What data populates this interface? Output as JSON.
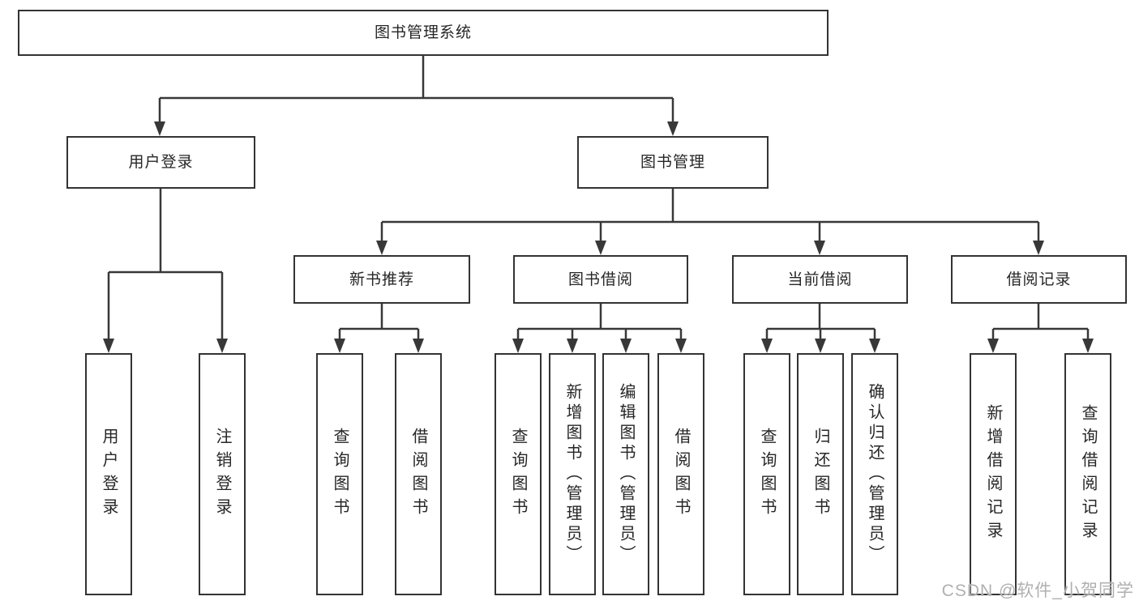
{
  "nodes": {
    "root": "图书管理系统",
    "user_login": "用户登录",
    "book_mgmt": "图书管理",
    "new_book_rec": "新书推荐",
    "book_borrow": "图书借阅",
    "current_borrow": "当前借阅",
    "borrow_record": "借阅记录"
  },
  "leaves": {
    "a1": "用户登录",
    "a2": "注销登录",
    "b1": "查询图书",
    "b2": "借阅图书",
    "c1": "查询图书",
    "c2": "新增图书（管理员）",
    "c3": "编辑图书（管理员）",
    "c4": "借阅图书",
    "d1": "查询图书",
    "d2": "归还图书",
    "d3": "确认归还（管理员）",
    "e1": "新增借阅记录",
    "e2": "查询借阅记录"
  },
  "watermark": "CSDN @软件_小贺同学",
  "colors": {
    "line": "#383838",
    "box_border": "#333333",
    "box_fill": "#ffffff",
    "text": "#262626",
    "watermark": "#b0b0b0",
    "background": "#ffffff"
  }
}
